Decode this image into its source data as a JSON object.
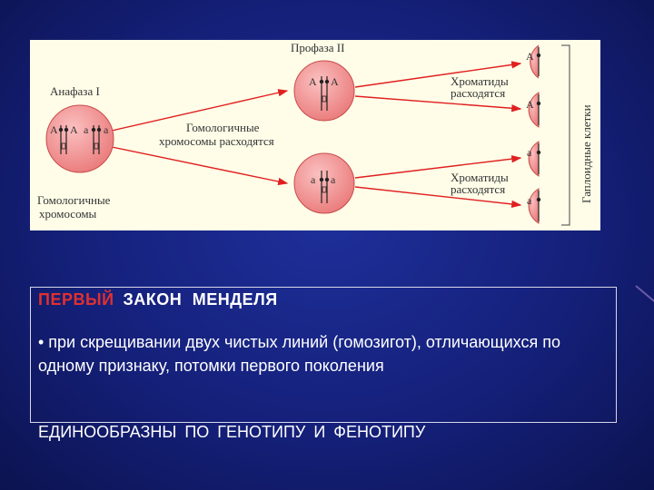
{
  "diagram": {
    "labels": {
      "prophase": "Профаза II",
      "anaphase": "Анафаза I",
      "homologous_diverge": [
        "Гомологичные",
        "хромосомы расходятся"
      ],
      "homologous": [
        "Гомологичные",
        "хромосомы"
      ],
      "chromatids_top": [
        "Хроматиды",
        "расходятся"
      ],
      "chromatids_bottom": [
        "Хроматиды",
        "расходятся"
      ],
      "haploid": "Гаплоидные клетки"
    },
    "cells": {
      "parent": [
        "А",
        "А",
        "а",
        "а"
      ],
      "upper": [
        "А",
        "А"
      ],
      "lower": [
        "а",
        "а"
      ],
      "gametes": [
        "А",
        "А",
        "а",
        "а"
      ]
    },
    "colors": {
      "cell_fill": "#f28c8c",
      "arrow": "#e02020",
      "panel_bg": "#fffde8"
    }
  },
  "law": {
    "title_first": "ПЕРВЫЙ",
    "title_rest": "ЗАКОН МЕНДЕЛЯ",
    "bullet": "• при скрещивании двух чистых линий (гомозигот), отличающихся по одному признаку, потомки первого поколения",
    "conclusion": "ЕДИНООБРАЗНЫ ПО ГЕНОТИПУ И ФЕНОТИПУ"
  }
}
